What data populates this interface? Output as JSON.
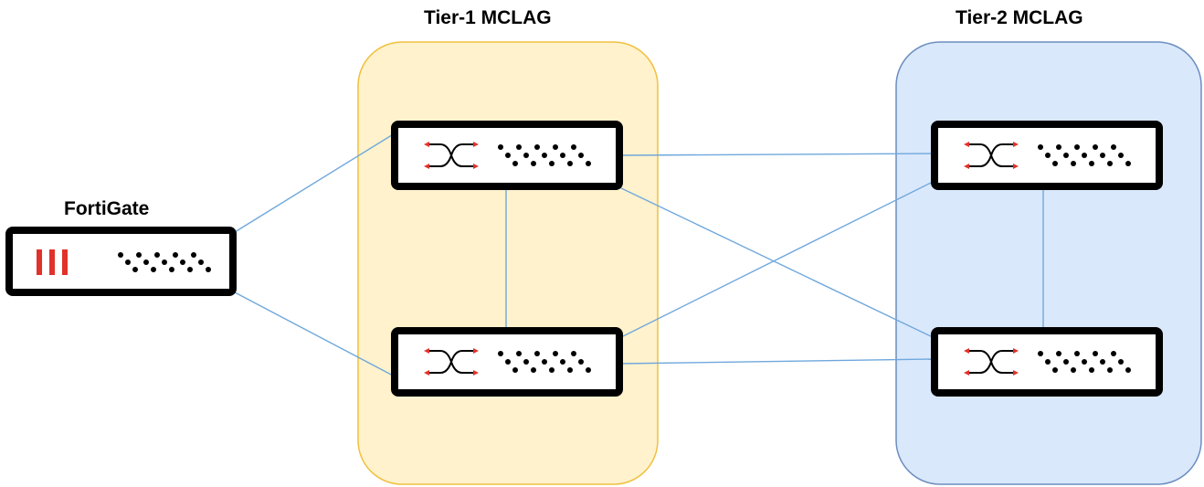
{
  "groups": [
    {
      "id": "tier1",
      "label": "Tier-1 MCLAG",
      "fill": "#fff2cc",
      "stroke": "#f0c040"
    },
    {
      "id": "tier2",
      "label": "Tier-2 MCLAG",
      "fill": "#dae8fc",
      "stroke": "#6c8ebf"
    }
  ],
  "firewall": {
    "label": "FortiGate",
    "accent": "#e0322b"
  },
  "colors": {
    "link": "#6fa8dc",
    "device_border": "#000000",
    "device_fill": "#ffffff",
    "port_arrow": "#e0322b"
  },
  "devices": [
    {
      "id": "fortigate",
      "type": "firewall-icon"
    },
    {
      "id": "t1-top",
      "type": "switch-icon"
    },
    {
      "id": "t1-bottom",
      "type": "switch-icon"
    },
    {
      "id": "t2-top",
      "type": "switch-icon"
    },
    {
      "id": "t2-bottom",
      "type": "switch-icon"
    }
  ],
  "links": [
    [
      "fortigate",
      "t1-top"
    ],
    [
      "fortigate",
      "t1-bottom"
    ],
    [
      "t1-top",
      "t1-bottom"
    ],
    [
      "t1-top",
      "t2-top"
    ],
    [
      "t1-top",
      "t2-bottom"
    ],
    [
      "t1-bottom",
      "t2-top"
    ],
    [
      "t1-bottom",
      "t2-bottom"
    ],
    [
      "t2-top",
      "t2-bottom"
    ]
  ]
}
